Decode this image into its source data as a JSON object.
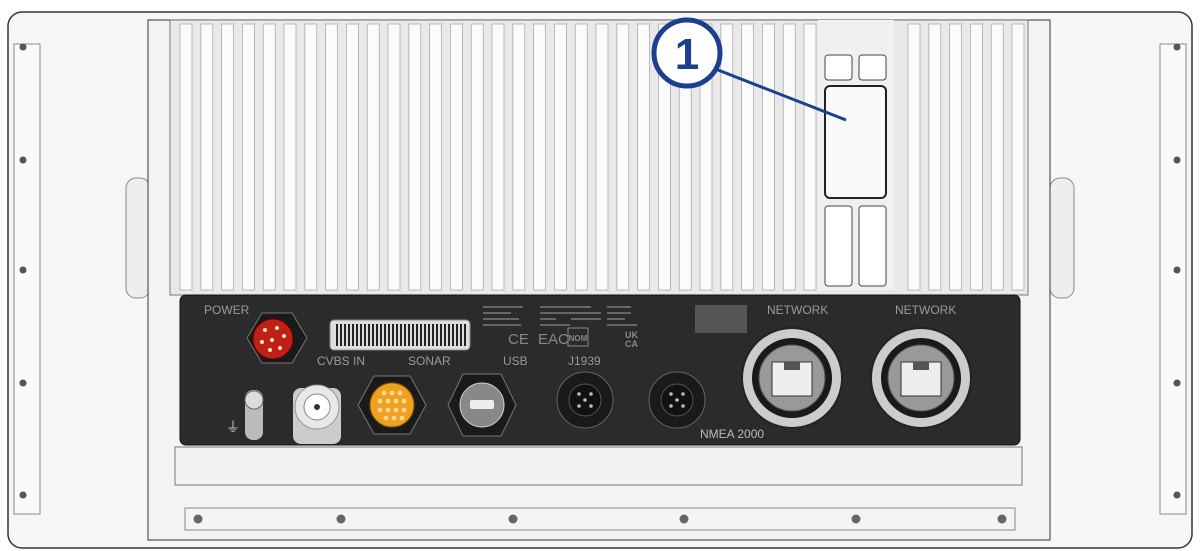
{
  "callout": {
    "number": "1",
    "color": "#1d3f8f"
  },
  "panel": {
    "labels": {
      "power": "POWER",
      "cvbs_in": "CVBS IN",
      "sonar": "SONAR",
      "usb": "USB",
      "j1939": "J1939",
      "nmea2000": "NMEA 2000",
      "network_1": "NETWORK",
      "network_2": "NETWORK"
    },
    "certifications": [
      "CE",
      "EAC",
      "NOM",
      "UK CA"
    ]
  },
  "colors": {
    "panel": "#2b2b2b",
    "power_connector": "#c0201a",
    "sonar_connector": "#f0a020"
  }
}
